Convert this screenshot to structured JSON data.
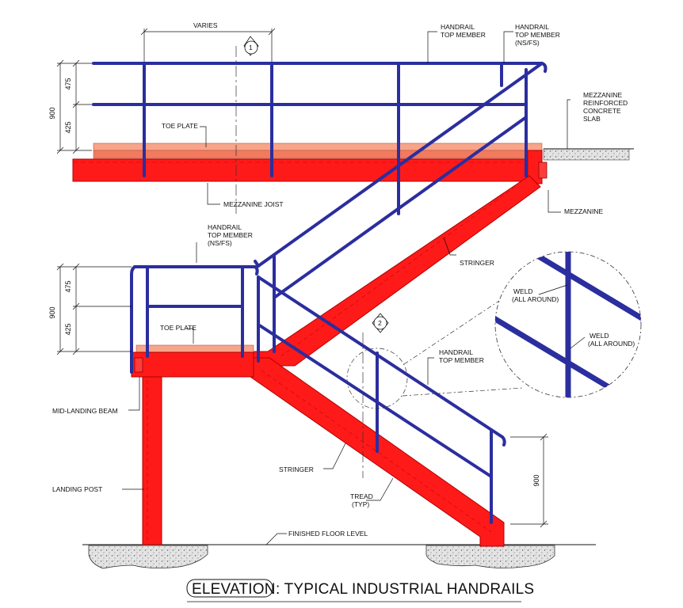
{
  "colors": {
    "steel_red": "#ff1a1a",
    "steel_red_dark": "#c40000",
    "handrail_blue": "#2b2e9e",
    "toe_plate": "#f6a48a",
    "concrete": "#dcdcdc",
    "ink": "#111111"
  },
  "labels": {
    "varies": "VARIES",
    "callout_1": "1",
    "callout_2": "2",
    "handrail_top_member_1": [
      "HANDRAIL",
      "TOP MEMBER"
    ],
    "handrail_top_member_nsfs_1": [
      "HANDRAIL",
      "TOP MEMBER",
      "(NS/FS)"
    ],
    "mezzanine_slab": [
      "MEZZANINE",
      "REINFORCED",
      "CONCRETE",
      "SLAB"
    ],
    "toe_plate_upper": "TOE PLATE",
    "mezzanine_joist": "MEZZANINE JOIST",
    "mezzanine": "MEZZANINE",
    "handrail_top_member_nsfs_2": [
      "HANDRAIL",
      "TOP MEMBER",
      "(NS/FS)"
    ],
    "stringer_upper": "STRINGER",
    "weld_1": [
      "WELD",
      "(ALL AROUND)"
    ],
    "weld_2": [
      "WELD",
      "(ALL AROUND)"
    ],
    "toe_plate_lower": "TOE PLATE",
    "handrail_top_member_2": [
      "HANDRAIL",
      "TOP MEMBER"
    ],
    "mid_landing_beam": "MID-LANDING BEAM",
    "stringer_lower": "STRINGER",
    "landing_post": "LANDING POST",
    "tread": [
      "TREAD",
      "(TYP)"
    ],
    "finished_floor_level": "FINISHED FLOOR LEVEL"
  },
  "dimensions": {
    "upper_total": "900",
    "upper_top": "475",
    "upper_bottom": "425",
    "lower_total": "900",
    "lower_top": "475",
    "lower_bottom": "425",
    "stair_rail": "900"
  },
  "title": {
    "boxed": "ELEVATION",
    "rest": ": TYPICAL INDUSTRIAL HANDRAILS"
  }
}
